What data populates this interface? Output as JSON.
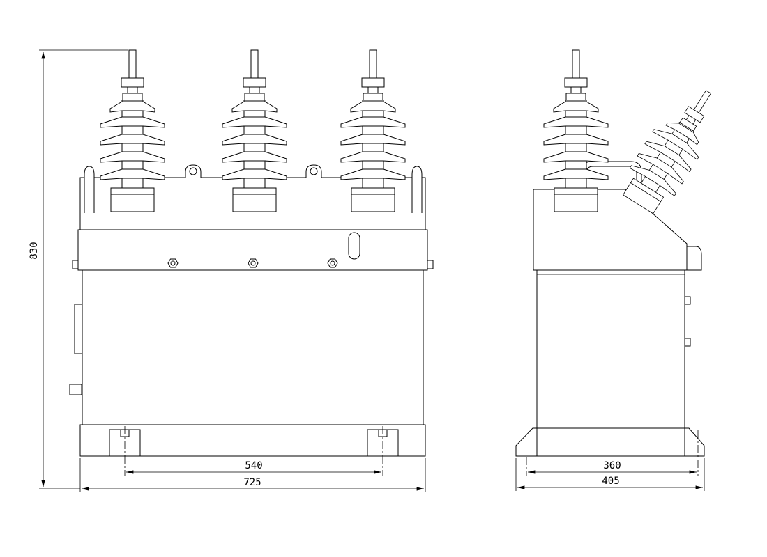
{
  "drawing": {
    "stroke_color": "#000000",
    "background_color": "#ffffff",
    "views": {
      "front": {
        "dimensions": {
          "overall_height": "830",
          "mounting_span": "540",
          "overall_width": "725"
        }
      },
      "side": {
        "dimensions": {
          "mounting_span": "360",
          "overall_depth": "405"
        }
      }
    }
  }
}
